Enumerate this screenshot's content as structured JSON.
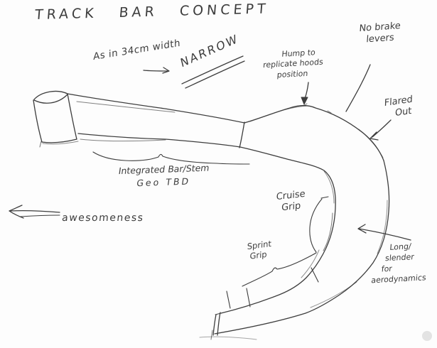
{
  "colors": {
    "ink": "#3d3d3d",
    "paper": "#fdfdfd",
    "watermark": "#dcdcdc"
  },
  "title": "TRACK BAR CONCEPT",
  "annotations": {
    "width_note": "As in 34cm width",
    "narrow": "NARROW",
    "no_brake": {
      "line1": "No brake",
      "line2": "levers"
    },
    "hump": {
      "line1": "Hump to",
      "line2": "replicate hoods",
      "line3": "position"
    },
    "flared": {
      "line1": "Flared",
      "line2": "Out"
    },
    "integrated": {
      "line1": "Integrated Bar/Stem",
      "line2": "Geo TBD"
    },
    "awesomeness": "awesomeness",
    "cruise": {
      "line1": "Cruise",
      "line2": "Grip"
    },
    "sprint": {
      "line1": "Sprint",
      "line2": "Grip"
    },
    "long_slender": {
      "line1": "Long/",
      "line2": "slender",
      "line3": "for",
      "line4": "aerodynamics"
    }
  }
}
